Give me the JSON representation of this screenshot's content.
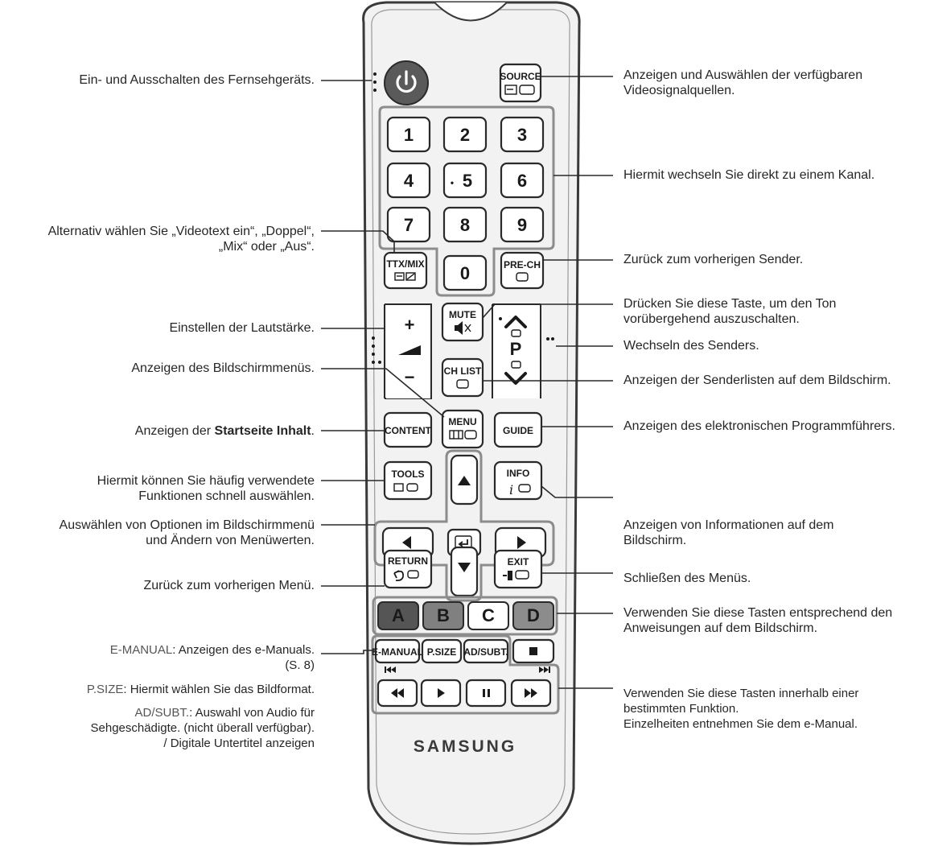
{
  "remote": {
    "brand": "SAMSUNG",
    "buttons": {
      "source": "SOURCE",
      "num1": "1",
      "num2": "2",
      "num3": "3",
      "num4": "4",
      "num5": "5",
      "num6": "6",
      "num7": "7",
      "num8": "8",
      "num9": "9",
      "num0": "0",
      "dot5": "•",
      "ttx": "TTX/MIX",
      "prech": "PRE-CH",
      "mute": "MUTE",
      "vol_plus": "+",
      "vol_minus": "−",
      "ch_p": "P",
      "chlist": "CH LIST",
      "content": "CONTENT",
      "menu": "MENU",
      "guide": "GUIDE",
      "tools": "TOOLS",
      "info": "INFO",
      "info_i": "i",
      "return": "RETURN",
      "exit": "EXIT",
      "color_a": "A",
      "color_b": "B",
      "color_c": "C",
      "color_d": "D",
      "emanual": "E-MANUAL",
      "psize": "P.SIZE",
      "adsubt": "AD/SUBT."
    },
    "colors": {
      "body": "#f2f2f2",
      "outline": "#3a3a3a",
      "group_frame": "#8c8c8c",
      "power": "#5a5a5a",
      "btn_a": "#555555",
      "btn_b": "#808080",
      "btn_c": "#ffffff",
      "btn_d": "#8c8c8c"
    }
  },
  "labels_left": {
    "power": "Ein- und Ausschalten des Fernsehgeräts.",
    "ttx_line1": "Alternativ wählen Sie „Videotext ein“, „Doppel“,",
    "ttx_line2": "„Mix“ oder „Aus“.",
    "volume": "Einstellen der Lautstärke.",
    "menu": "Anzeigen des Bildschirmmenüs.",
    "content_prefix": "Anzeigen der",
    "content_bold": "Startseite Inhalt",
    "content_suffix": ".",
    "tools_line1": "Hiermit können Sie häufig verwendete",
    "tools_line2": "Funktionen schnell auswählen.",
    "nav_line1": "Auswählen von Optionen im Bildschirmmenü",
    "nav_line2": "und Ändern von Menüwerten.",
    "return": "Zurück zum vorherigen Menü.",
    "emanual_key": "E-MANUAL",
    "emanual_text": ": Anzeigen des e-Manuals.",
    "emanual_page": "(S. 8)",
    "psize_key": "P.SIZE",
    "psize_text": ": Hiermit wählen Sie das Bildformat.",
    "adsubt_key": "AD/SUBT.",
    "adsubt_text": ": Auswahl von Audio für",
    "adsubt_line2": "Sehgeschädigte. (nicht überall verfügbar).",
    "adsubt_line3": "/ Digitale Untertitel anzeigen"
  },
  "labels_right": {
    "source_line1": "Anzeigen und Auswählen der verfügbaren",
    "source_line2": "Videosignalquellen.",
    "numbers": "Hiermit wechseln Sie direkt zu einem Kanal.",
    "prech": "Zurück zum vorherigen Sender.",
    "mute_line1": "Drücken Sie diese Taste, um den Ton",
    "mute_line2": "vorübergehend auszuschalten.",
    "channel": "Wechseln des Senders.",
    "chlist": "Anzeigen der Senderlisten auf dem Bildschirm.",
    "guide": "Anzeigen des elektronischen Programmführers.",
    "info_line1": "Anzeigen von Informationen auf dem",
    "info_line2": "Bildschirm.",
    "exit": "Schließen des Menüs.",
    "color_line1": "Verwenden Sie diese Tasten entsprechend den",
    "color_line2": "Anweisungen auf dem Bildschirm.",
    "media_line1": "Verwenden Sie diese Tasten innerhalb einer",
    "media_line2": "bestimmten Funktion.",
    "media_line3": "Einzelheiten entnehmen Sie dem e-Manual."
  }
}
